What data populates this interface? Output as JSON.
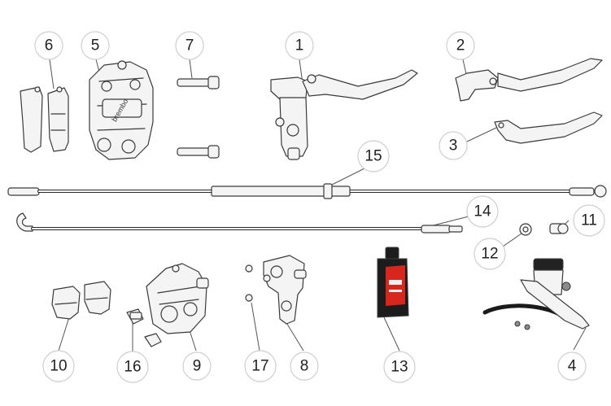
{
  "callouts": [
    {
      "id": "c1",
      "label": "1"
    },
    {
      "id": "c2",
      "label": "2"
    },
    {
      "id": "c3",
      "label": "3"
    },
    {
      "id": "c4",
      "label": "4"
    },
    {
      "id": "c5",
      "label": "5"
    },
    {
      "id": "c6",
      "label": "6"
    },
    {
      "id": "c7",
      "label": "7"
    },
    {
      "id": "c8",
      "label": "8"
    },
    {
      "id": "c9",
      "label": "9"
    },
    {
      "id": "c10",
      "label": "10"
    },
    {
      "id": "c11",
      "label": "11"
    },
    {
      "id": "c12",
      "label": "12"
    },
    {
      "id": "c13",
      "label": "13"
    },
    {
      "id": "c14",
      "label": "14"
    },
    {
      "id": "c15",
      "label": "15"
    },
    {
      "id": "c16",
      "label": "16"
    },
    {
      "id": "c17",
      "label": "17"
    }
  ],
  "colors": {
    "brake_fluid_bottle": "#1c1c1c",
    "brake_fluid_label": "#d9261c",
    "reservoir_cap": "#222222",
    "outline": "#3a3a3a"
  }
}
